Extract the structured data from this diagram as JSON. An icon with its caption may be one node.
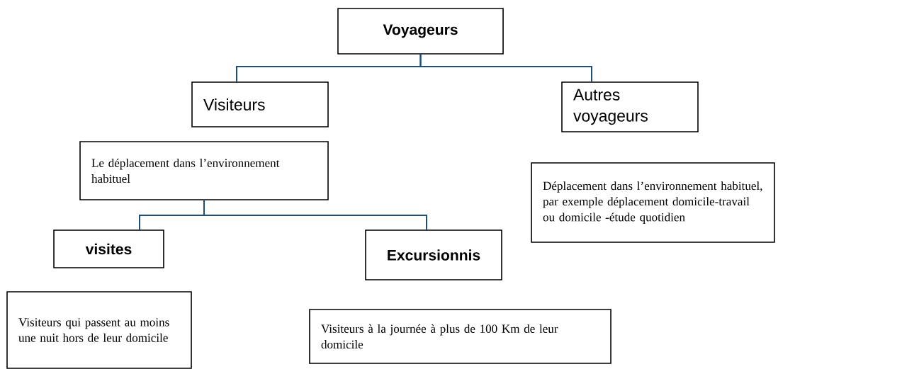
{
  "diagram": {
    "nodes": [
      {
        "text": [
          "Voyageurs"
        ]
      },
      {
        "text": [
          "Visiteurs"
        ]
      },
      {
        "text": [
          "Autres voyageurs"
        ]
      },
      {
        "text": [
          "Le déplacement dans l’environnement habituel"
        ]
      },
      {
        "text": [
          "Déplacement dans l’environnement habituel, par exemple déplacement domicile-travail ou domicile -étude quotidien"
        ]
      },
      {
        "text": [
          "visites"
        ]
      },
      {
        "text": [
          "Excursionnis"
        ]
      },
      {
        "text": [
          "Visiteurs qui passent au moins une nuit hors de leur domicile"
        ]
      },
      {
        "text": [
          "Visiteurs à la journée à plus de 100 Km de leur domicile"
        ]
      }
    ],
    "edges": [
      {
        "from": 0,
        "to": 1,
        "arrow": "none",
        "color": "#1f4e79"
      },
      {
        "from": 0,
        "to": 2,
        "arrow": "none",
        "color": "#1f4e79"
      },
      {
        "from": 3,
        "to": 5,
        "arrow": "none",
        "color": "#1f4e79"
      },
      {
        "from": 3,
        "to": 6,
        "arrow": "none",
        "color": "#1f4e79"
      }
    ]
  }
}
